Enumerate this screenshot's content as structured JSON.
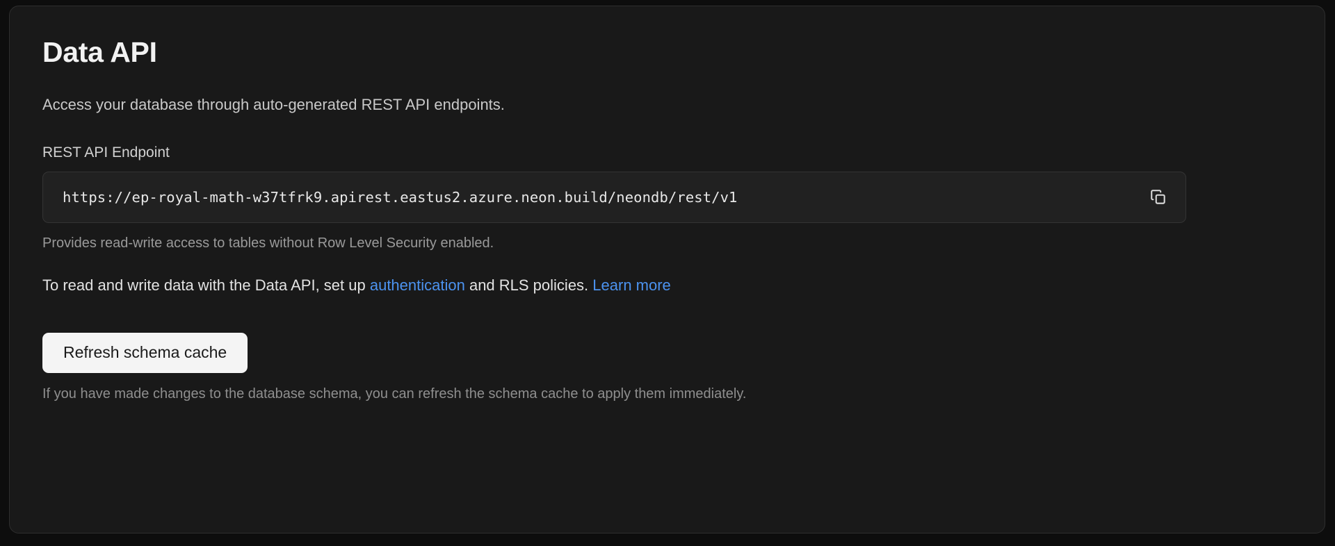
{
  "card": {
    "title": "Data API",
    "subtitle": "Access your database through auto-generated REST API endpoints.",
    "endpoint": {
      "label": "REST API Endpoint",
      "value": "https://ep-royal-math-w37tfrk9.apirest.eastus2.azure.neon.build/neondb/rest/v1",
      "copy_icon": "copy-icon",
      "helper_text": "Provides read-write access to tables without Row Level Security enabled."
    },
    "rls": {
      "text_before": "To read and write data with the Data API, set up ",
      "auth_link": "authentication",
      "text_middle": " and RLS policies. ",
      "learn_more_link": "Learn more"
    },
    "refresh": {
      "button_label": "Refresh schema cache",
      "footer_note": "If you have made changes to the database schema, you can refresh the schema cache to apply them immediately."
    }
  },
  "colors": {
    "page_background": "#0d0d0d",
    "card_background": "#191919",
    "card_border": "#2e2e2e",
    "input_background": "#212121",
    "link_blue": "#4c93f0",
    "button_background": "#f4f4f4",
    "button_text": "#1a1a1a"
  }
}
